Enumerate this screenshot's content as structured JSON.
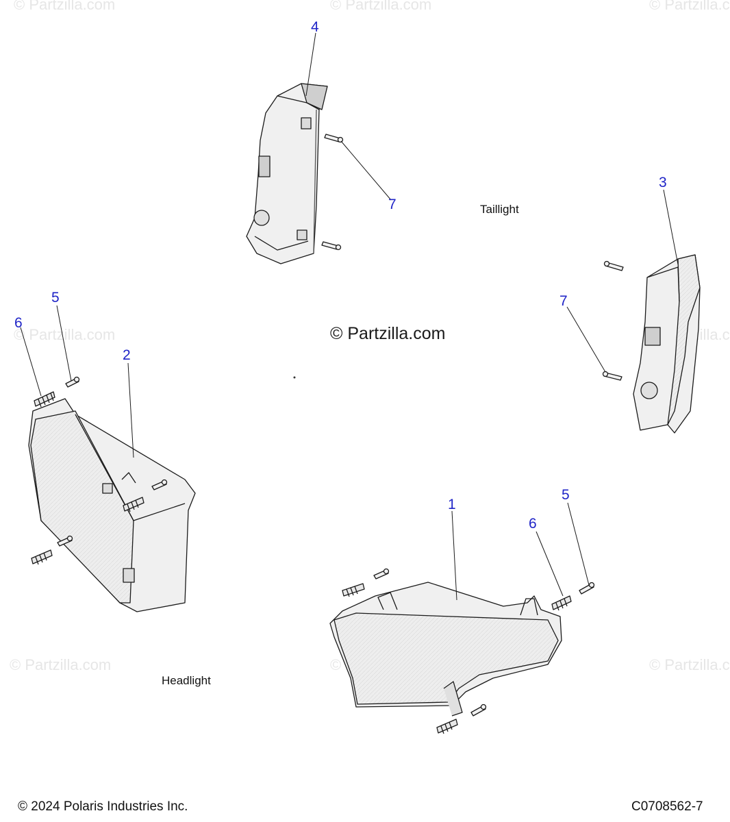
{
  "watermark": {
    "text": "© Partzilla.com"
  },
  "center_watermark": {
    "text": "© Partzilla.com"
  },
  "labels": {
    "taillight": "Taillight",
    "headlight": "Headlight"
  },
  "callouts": {
    "c1": "1",
    "c2": "2",
    "c3": "3",
    "c4": "4",
    "c5a": "5",
    "c5b": "5",
    "c6a": "6",
    "c6b": "6",
    "c7a": "7",
    "c7b": "7"
  },
  "footer": {
    "copyright": "© 2024 Polaris Industries Inc.",
    "code": "C0708562-7"
  },
  "colors": {
    "callout": "#1f24c7",
    "line": "#1a1a1a",
    "fill": "#f2f2f2"
  }
}
